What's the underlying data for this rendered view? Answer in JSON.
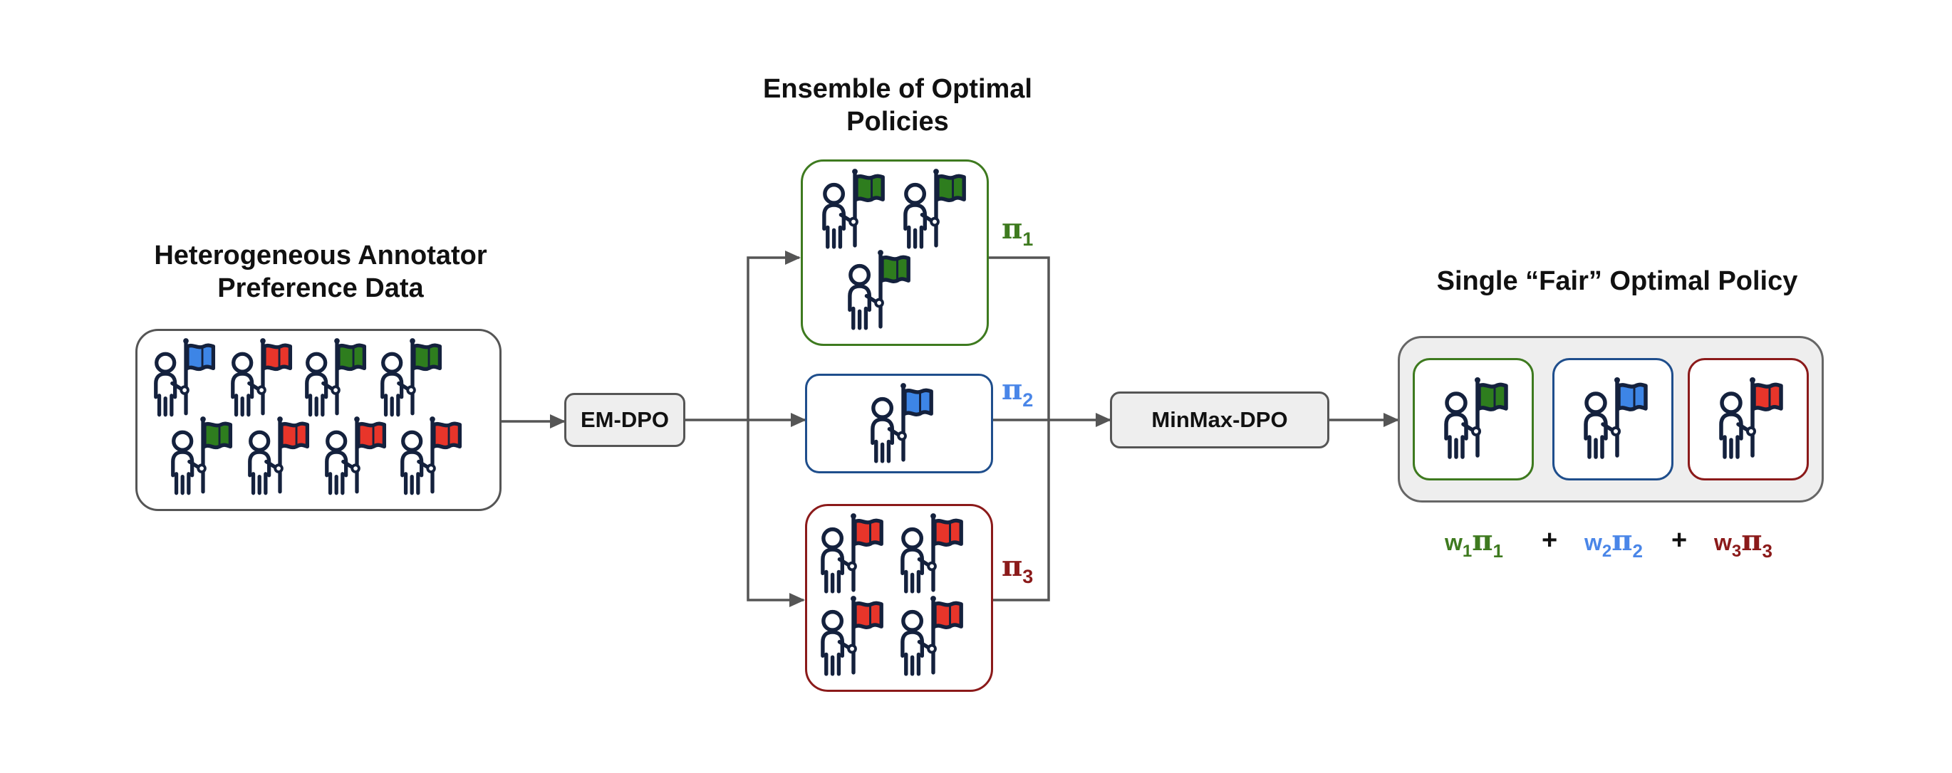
{
  "labels": {
    "input_title": [
      "Heterogeneous Annotator",
      "Preference Data"
    ],
    "ensemble_title": [
      "Ensemble of Optimal",
      "Policies"
    ],
    "output_title": "Single “Fair” Optimal Policy"
  },
  "steps": {
    "em_dpo": "EM-DPO",
    "minmax_dpo": "MinMax-DPO"
  },
  "policies": [
    {
      "symbol": "π",
      "index": "1",
      "color": "#3e7a1f",
      "flag": "green"
    },
    {
      "symbol": "π",
      "index": "2",
      "color": "#4a86e8",
      "flag": "blue"
    },
    {
      "symbol": "π",
      "index": "3",
      "color": "#8b1a1a",
      "flag": "red"
    }
  ],
  "mixture": {
    "terms": [
      {
        "w": "w",
        "idx": "1",
        "pi": "π",
        "color": "#3e7a1f"
      },
      {
        "w": "w",
        "idx": "2",
        "pi": "π",
        "color": "#4a86e8"
      },
      {
        "w": "w",
        "idx": "3",
        "pi": "π",
        "color": "#8b1a1a"
      }
    ],
    "plus": "+"
  },
  "flag_colors": {
    "green": "#2e7d1e",
    "blue": "#3d85e6",
    "red": "#e8352a"
  },
  "icon": "person-holding-flag-icon",
  "annotator_flags": [
    "blue",
    "red",
    "green",
    "green",
    "green",
    "red",
    "red",
    "red"
  ]
}
